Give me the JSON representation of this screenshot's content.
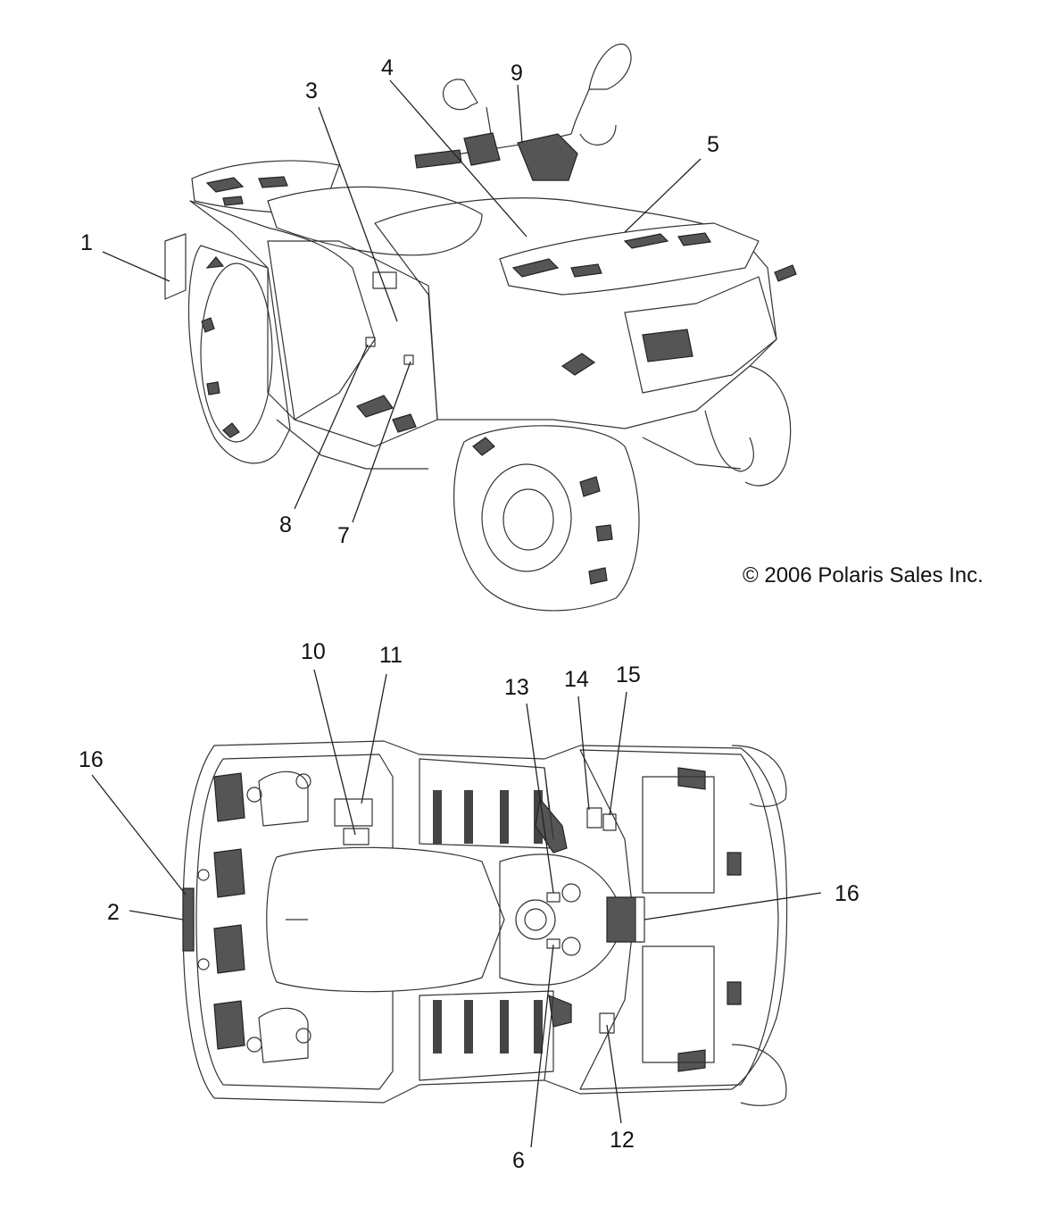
{
  "copyright": "© 2006 Polaris Sales Inc.",
  "callouts": {
    "c1": "1",
    "c2": "2",
    "c3": "3",
    "c4": "4",
    "c5": "5",
    "c6": "6",
    "c7": "7",
    "c8": "8",
    "c9": "9",
    "c10": "10",
    "c11": "11",
    "c12": "12",
    "c13": "13",
    "c14": "14",
    "c15": "15",
    "c16a": "16",
    "c16b": "16"
  }
}
